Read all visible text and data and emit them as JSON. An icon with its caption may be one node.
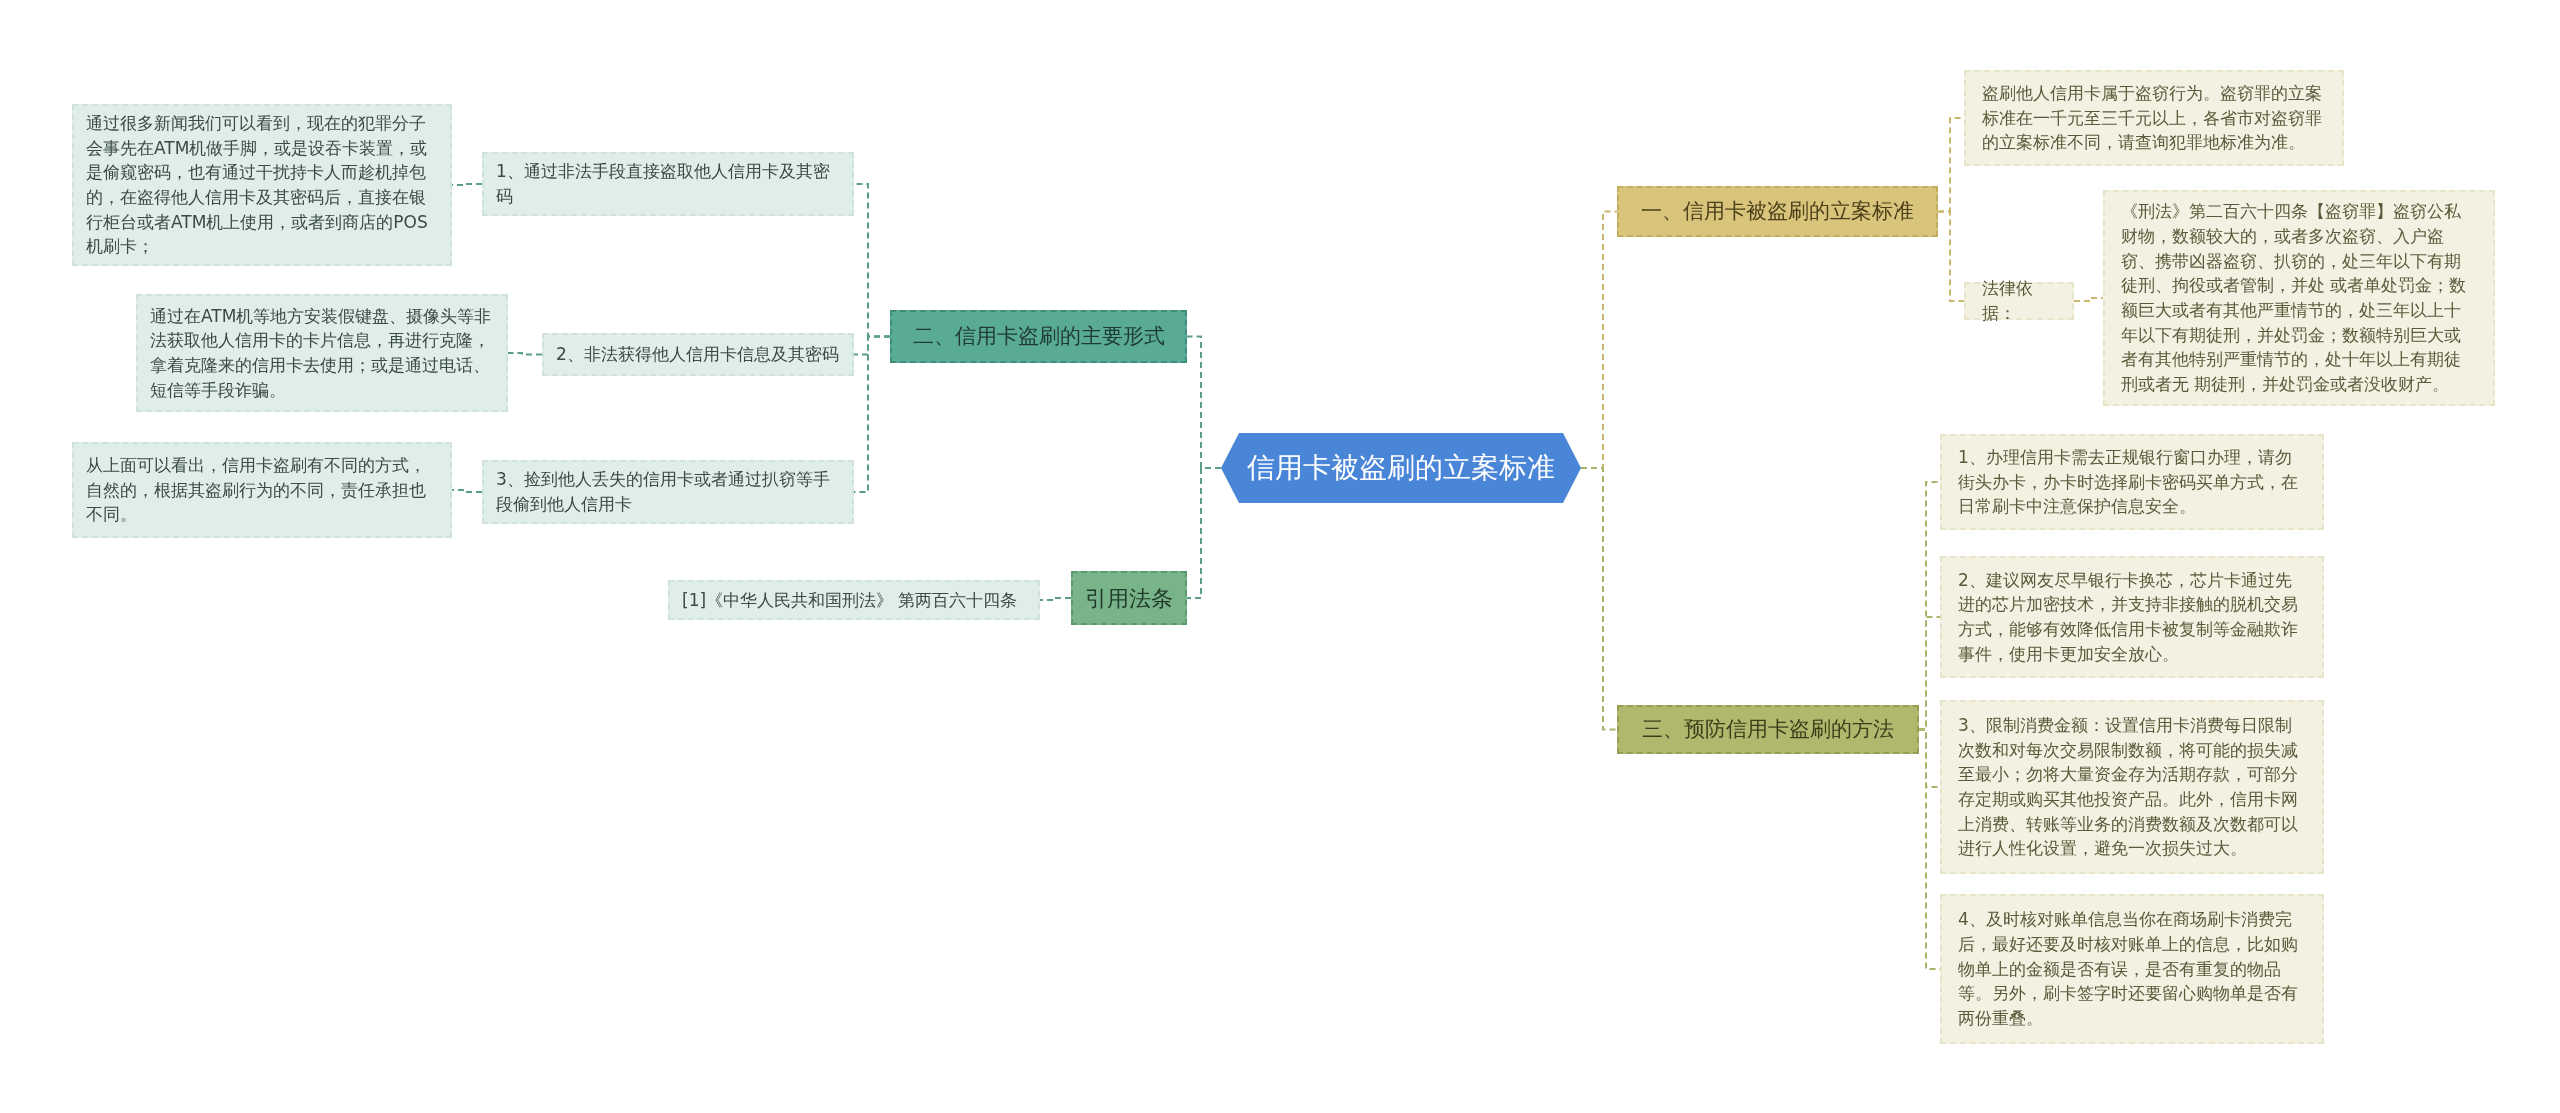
{
  "diagram": {
    "nodes": [
      {
        "text": [
          "信用卡被盗刷的立案标准"
        ]
      },
      {
        "text": [
          "一、信用卡被盗刷的立案标准"
        ]
      },
      {
        "text": [
          "盗刷他人信用卡属于盗窃行为。盗窃罪的立案标准在一千元至三千元以上，各省市对盗窃罪的立案标准不同，请查询犯罪地标准为准。"
        ]
      },
      {
        "text": [
          "法律依据："
        ]
      },
      {
        "text": [
          "《刑法》第二百六十四条【盗窃罪】盗窃公私财物，数额较大的，或者多次盗窃、入户盗窃、携带凶器盗窃、扒窃的，处三年以下有期徒刑、拘役或者管制，并处 或者单处罚金；数额巨大或者有其他严重情节的，处三年以上十年以下有期徒刑，并处罚金；数额特别巨大或者有其他特别严重情节的，处十年以上有期徒刑或者无 期徒刑，并处罚金或者没收财产。"
        ]
      },
      {
        "text": [
          "三、预防信用卡盗刷的方法"
        ]
      },
      {
        "text": [
          "1、办理信用卡需去正规银行窗口办理，请勿街头办卡，办卡时选择刷卡密码买单方式，在日常刷卡中注意保护信息安全。"
        ]
      },
      {
        "text": [
          "2、建议网友尽早银行卡换芯，芯片卡通过先进的芯片加密技术，并支持非接触的脱机交易方式，能够有效降低信用卡被复制等金融欺诈事件，使用卡更加安全放心。"
        ]
      },
      {
        "text": [
          "3、限制消费金额：设置信用卡消费每日限制次数和对每次交易限制数额，将可能的损失减至最小；勿将大量资金存为活期存款，可部分存定期或购买其他投资产品。此外，信用卡网上消费、转账等业务的消费数额及次数都可以进行人性化设置，避免一次损失过大。"
        ]
      },
      {
        "text": [
          "4、及时核对账单信息当你在商场刷卡消费完后，最好还要及时核对账单上的信息，比如购物单上的金额是否有误，是否有重复的物品等。另外，刷卡签字时还要留心购物单是否有两份重叠。"
        ]
      },
      {
        "text": [
          "二、信用卡盗刷的主要形式"
        ]
      },
      {
        "text": [
          "1、通过非法手段直接盗取他人信用卡及其密码"
        ]
      },
      {
        "text": [
          "通过很多新闻我们可以看到，现在的犯罪分子会事先在ATM机做手脚，或是设吞卡装置，或是偷窥密码，也有通过干扰持卡人而趁机掉包的，在盗得他人信用卡及其密码后，直接在银行柜台或者ATM机上使用，或者到商店的POS机刷卡；"
        ]
      },
      {
        "text": [
          "2、非法获得他人信用卡信息及其密码"
        ]
      },
      {
        "text": [
          "通过在ATM机等地方安装假键盘、摄像头等非法获取他人信用卡的卡片信息，再进行克隆，拿着克隆来的信用卡去使用；或是通过电话、短信等手段诈骗。"
        ]
      },
      {
        "text": [
          "3、捡到他人丢失的信用卡或者通过扒窃等手段偷到他人信用卡"
        ]
      },
      {
        "text": [
          "从上面可以看出，信用卡盗刷有不同的方式，自然的，根据其盗刷行为的不同，责任承担也不同。"
        ]
      },
      {
        "text": [
          "引用法条"
        ]
      },
      {
        "text": [
          "[1]《中华人民共和国刑法》 第两百六十四条"
        ]
      }
    ],
    "edges": [
      {
        "from": 0,
        "to": 1,
        "arrow": "none",
        "color": "#c9b76c"
      },
      {
        "from": 1,
        "to": 2,
        "arrow": "none",
        "color": "#c9b76c"
      },
      {
        "from": 1,
        "to": 3,
        "arrow": "none",
        "color": "#c9b76c"
      },
      {
        "from": 3,
        "to": 4,
        "arrow": "none",
        "color": "#c9b76c"
      },
      {
        "from": 0,
        "to": 5,
        "arrow": "none",
        "color": "#a9b46a"
      },
      {
        "from": 5,
        "to": 6,
        "arrow": "none",
        "color": "#a9b46a"
      },
      {
        "from": 5,
        "to": 7,
        "arrow": "none",
        "color": "#a9b46a"
      },
      {
        "from": 5,
        "to": 8,
        "arrow": "none",
        "color": "#a9b46a"
      },
      {
        "from": 5,
        "to": 9,
        "arrow": "none",
        "color": "#a9b46a"
      },
      {
        "from": 0,
        "to": 10,
        "arrow": "none"
      },
      {
        "from": 10,
        "to": 11,
        "arrow": "none"
      },
      {
        "from": 11,
        "to": 12,
        "arrow": "none"
      },
      {
        "from": 10,
        "to": 13,
        "arrow": "none"
      },
      {
        "from": 13,
        "to": 14,
        "arrow": "none"
      },
      {
        "from": 10,
        "to": 15,
        "arrow": "none"
      },
      {
        "from": 15,
        "to": 16,
        "arrow": "none"
      },
      {
        "from": 0,
        "to": 17,
        "arrow": "none"
      },
      {
        "from": 17,
        "to": 18,
        "arrow": "none"
      }
    ]
  }
}
